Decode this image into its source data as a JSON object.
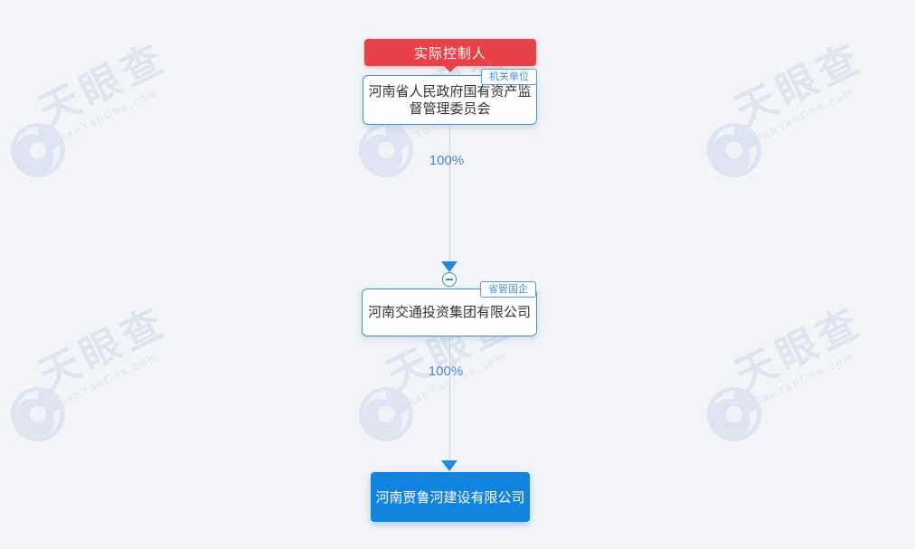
{
  "watermark": {
    "brand": "天眼查",
    "domain": "TianYanCha.com"
  },
  "diagram": {
    "controller": {
      "label": "实际控制人"
    },
    "nodes": [
      {
        "name": "河南省人民政府国有资产监督管理委员会",
        "tag": "机关单位",
        "style": "outlined"
      },
      {
        "name": "河南交通投资集团有限公司",
        "tag": "省管国企",
        "style": "outlined",
        "toggle": "collapse-minus"
      },
      {
        "name": "河南贾鲁河建设有限公司",
        "style": "solid-blue"
      }
    ],
    "edges": [
      {
        "from": 0,
        "to": 1,
        "label": "100%"
      },
      {
        "from": 1,
        "to": 2,
        "label": "100%"
      }
    ],
    "colors": {
      "controller_red": "#e7424a",
      "node_border_blue": "#4791d3",
      "leaf_blue": "#1283df",
      "percent_blue": "#4a86d8",
      "line_gray": "#cdd0d6"
    }
  }
}
